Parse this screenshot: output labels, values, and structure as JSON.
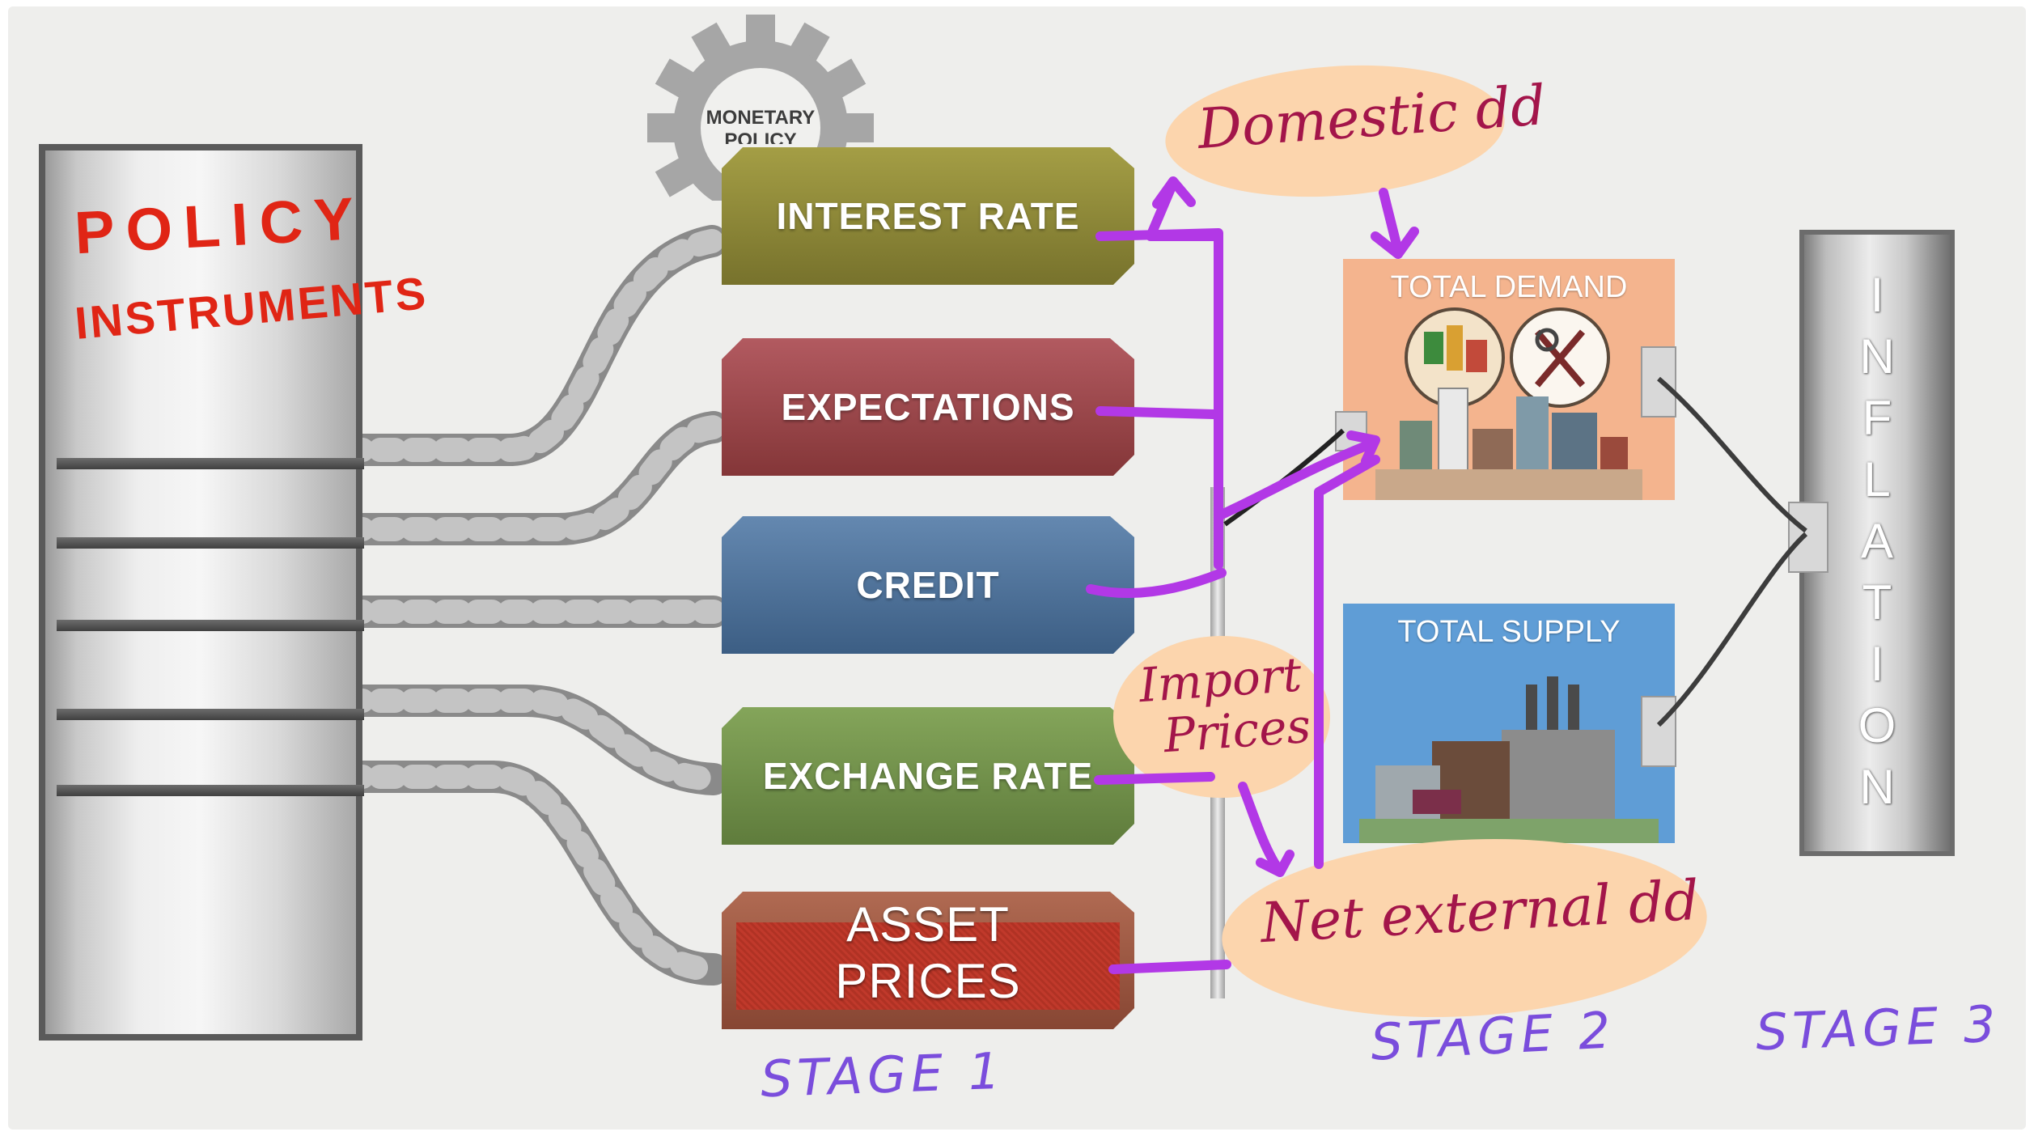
{
  "gear": {
    "label_line1": "MONETARY",
    "label_line2": "POLICY"
  },
  "left_panel": {
    "line1": "POLICY",
    "line2": "INSTRUMENTS"
  },
  "stage1": {
    "interest_rate": "INTEREST RATE",
    "expectations": "EXPECTATIONS",
    "credit": "CREDIT",
    "exchange_rate": "EXCHANGE RATE",
    "asset_prices_line1": "ASSET",
    "asset_prices_line2": "PRICES"
  },
  "stage2": {
    "total_demand": "TOTAL DEMAND",
    "total_supply": "TOTAL SUPPLY"
  },
  "stage3": {
    "letters": [
      "I",
      "N",
      "F",
      "L",
      "A",
      "T",
      "I",
      "O",
      "N"
    ]
  },
  "annotations": {
    "domestic_dd": "Domestic dd",
    "import_prices_line1": "Import",
    "import_prices_line2": "Prices",
    "net_external_dd": "Net external dd",
    "stage_1": "STAGE 1",
    "stage_2": "STAGE 2",
    "stage_3": "STAGE 3"
  },
  "colors": {
    "interest_rate": "#8a8431",
    "expectations": "#9b434a",
    "credit": "#4a6f96",
    "exchange_rate": "#6f8e45",
    "asset_prices": "#9e5540",
    "annotation_arrow": "#b238e6",
    "annotation_red": "#e02515",
    "annotation_purple": "#7a4ddc"
  }
}
